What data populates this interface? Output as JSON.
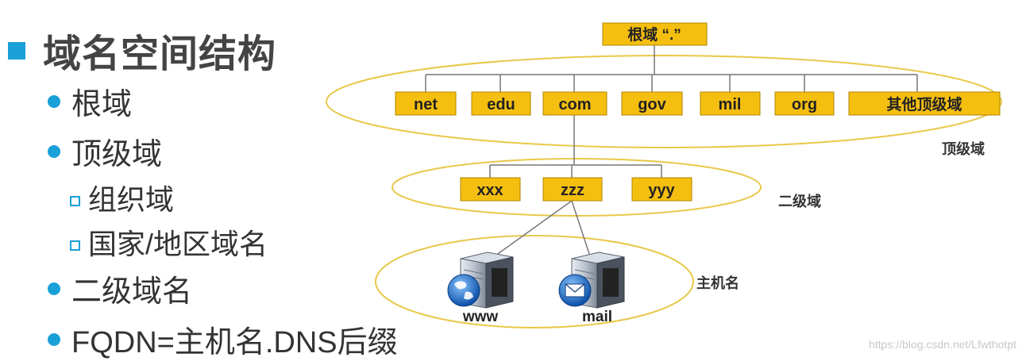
{
  "heading": "域名空间结构",
  "bullets": {
    "root": "根域",
    "tld": "顶级域",
    "org": "组织域",
    "country": "国家/地区域名",
    "second": "二级域名",
    "fqdn": "FQDN=主机名.DNS后缀"
  },
  "tree": {
    "root": "根域 “.”",
    "tlds": [
      "net",
      "edu",
      "com",
      "gov",
      "mil",
      "org",
      "其他顶级域"
    ],
    "second_level": [
      "xxx",
      "zzz",
      "yyy"
    ],
    "hosts": [
      "www",
      "mail"
    ]
  },
  "region_labels": {
    "tld": "顶级域",
    "second": "二级域",
    "host": "主机名"
  },
  "colors": {
    "accent": "#1aa0d8",
    "node_fill": "#f5bf10",
    "ellipse_stroke": "#e8c84a"
  },
  "watermark": "https://blog.csdn.net/Lfwthotpt"
}
